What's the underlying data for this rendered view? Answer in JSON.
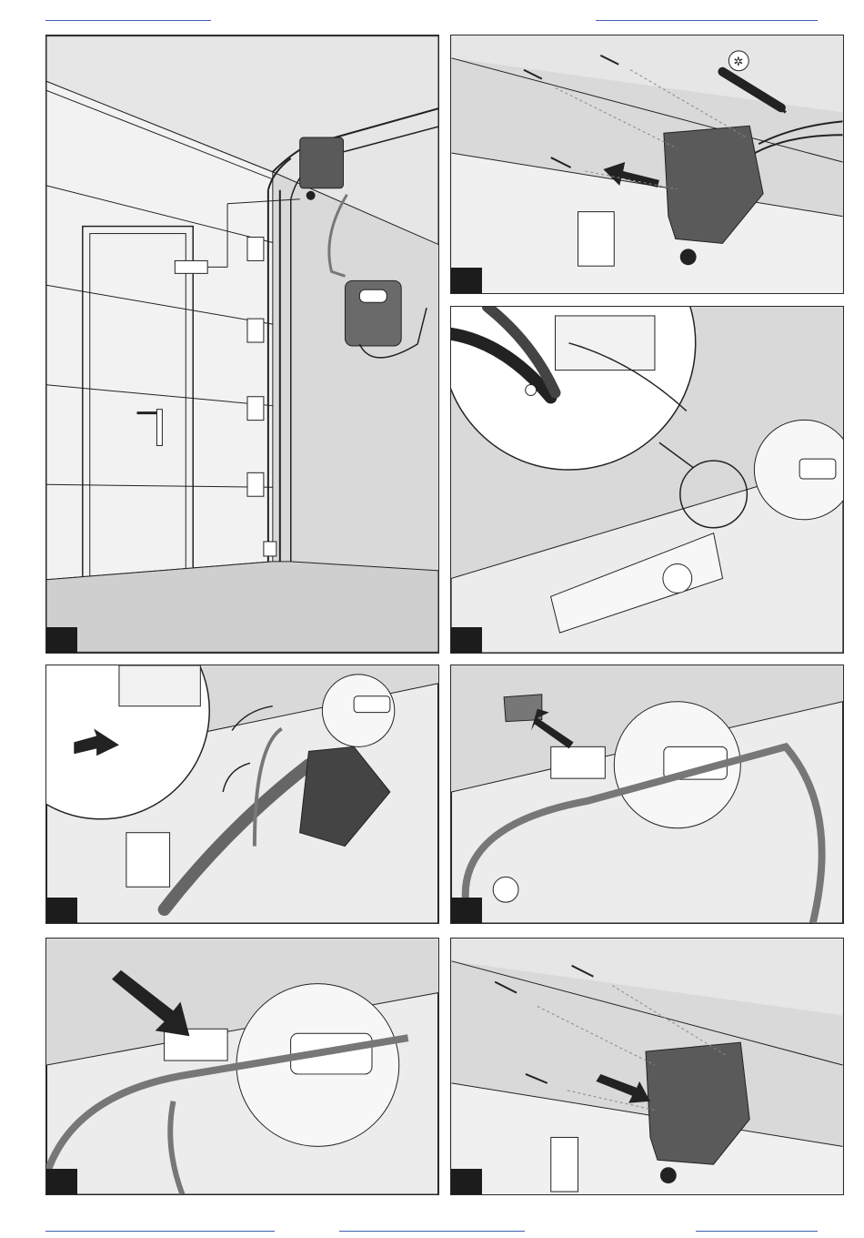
{
  "page": {
    "colors": {
      "rule": "#3d5fb0",
      "panel_bg": "#d9d9d9",
      "line": "#222222",
      "operator_body": "#5a5a5a",
      "cable": "#7a7a7a",
      "badge": "#1c1c1c"
    }
  },
  "panels": [
    {
      "figure": "door-and-operator-overview"
    },
    {
      "figure": "remove-cover-screws",
      "icons": [
        "torx-screwdriver-icon",
        "arrow-out-icon"
      ]
    },
    {
      "figure": "cut-cable-tie-detail",
      "icons": [
        "side-cutter-icon",
        "magnifier-circle-icon"
      ]
    },
    {
      "figure": "route-cable-detail",
      "icons": [
        "arrow-in-icon",
        "curved-arrow-icon"
      ]
    },
    {
      "figure": "remove-clip",
      "icons": [
        "clip-icon",
        "arrow-out-icon"
      ]
    },
    {
      "figure": "insert-cable-into-terminal",
      "icons": [
        "arrow-in-icon"
      ]
    },
    {
      "figure": "refit-cover-screws",
      "icons": [
        "arrow-in-icon"
      ]
    }
  ]
}
